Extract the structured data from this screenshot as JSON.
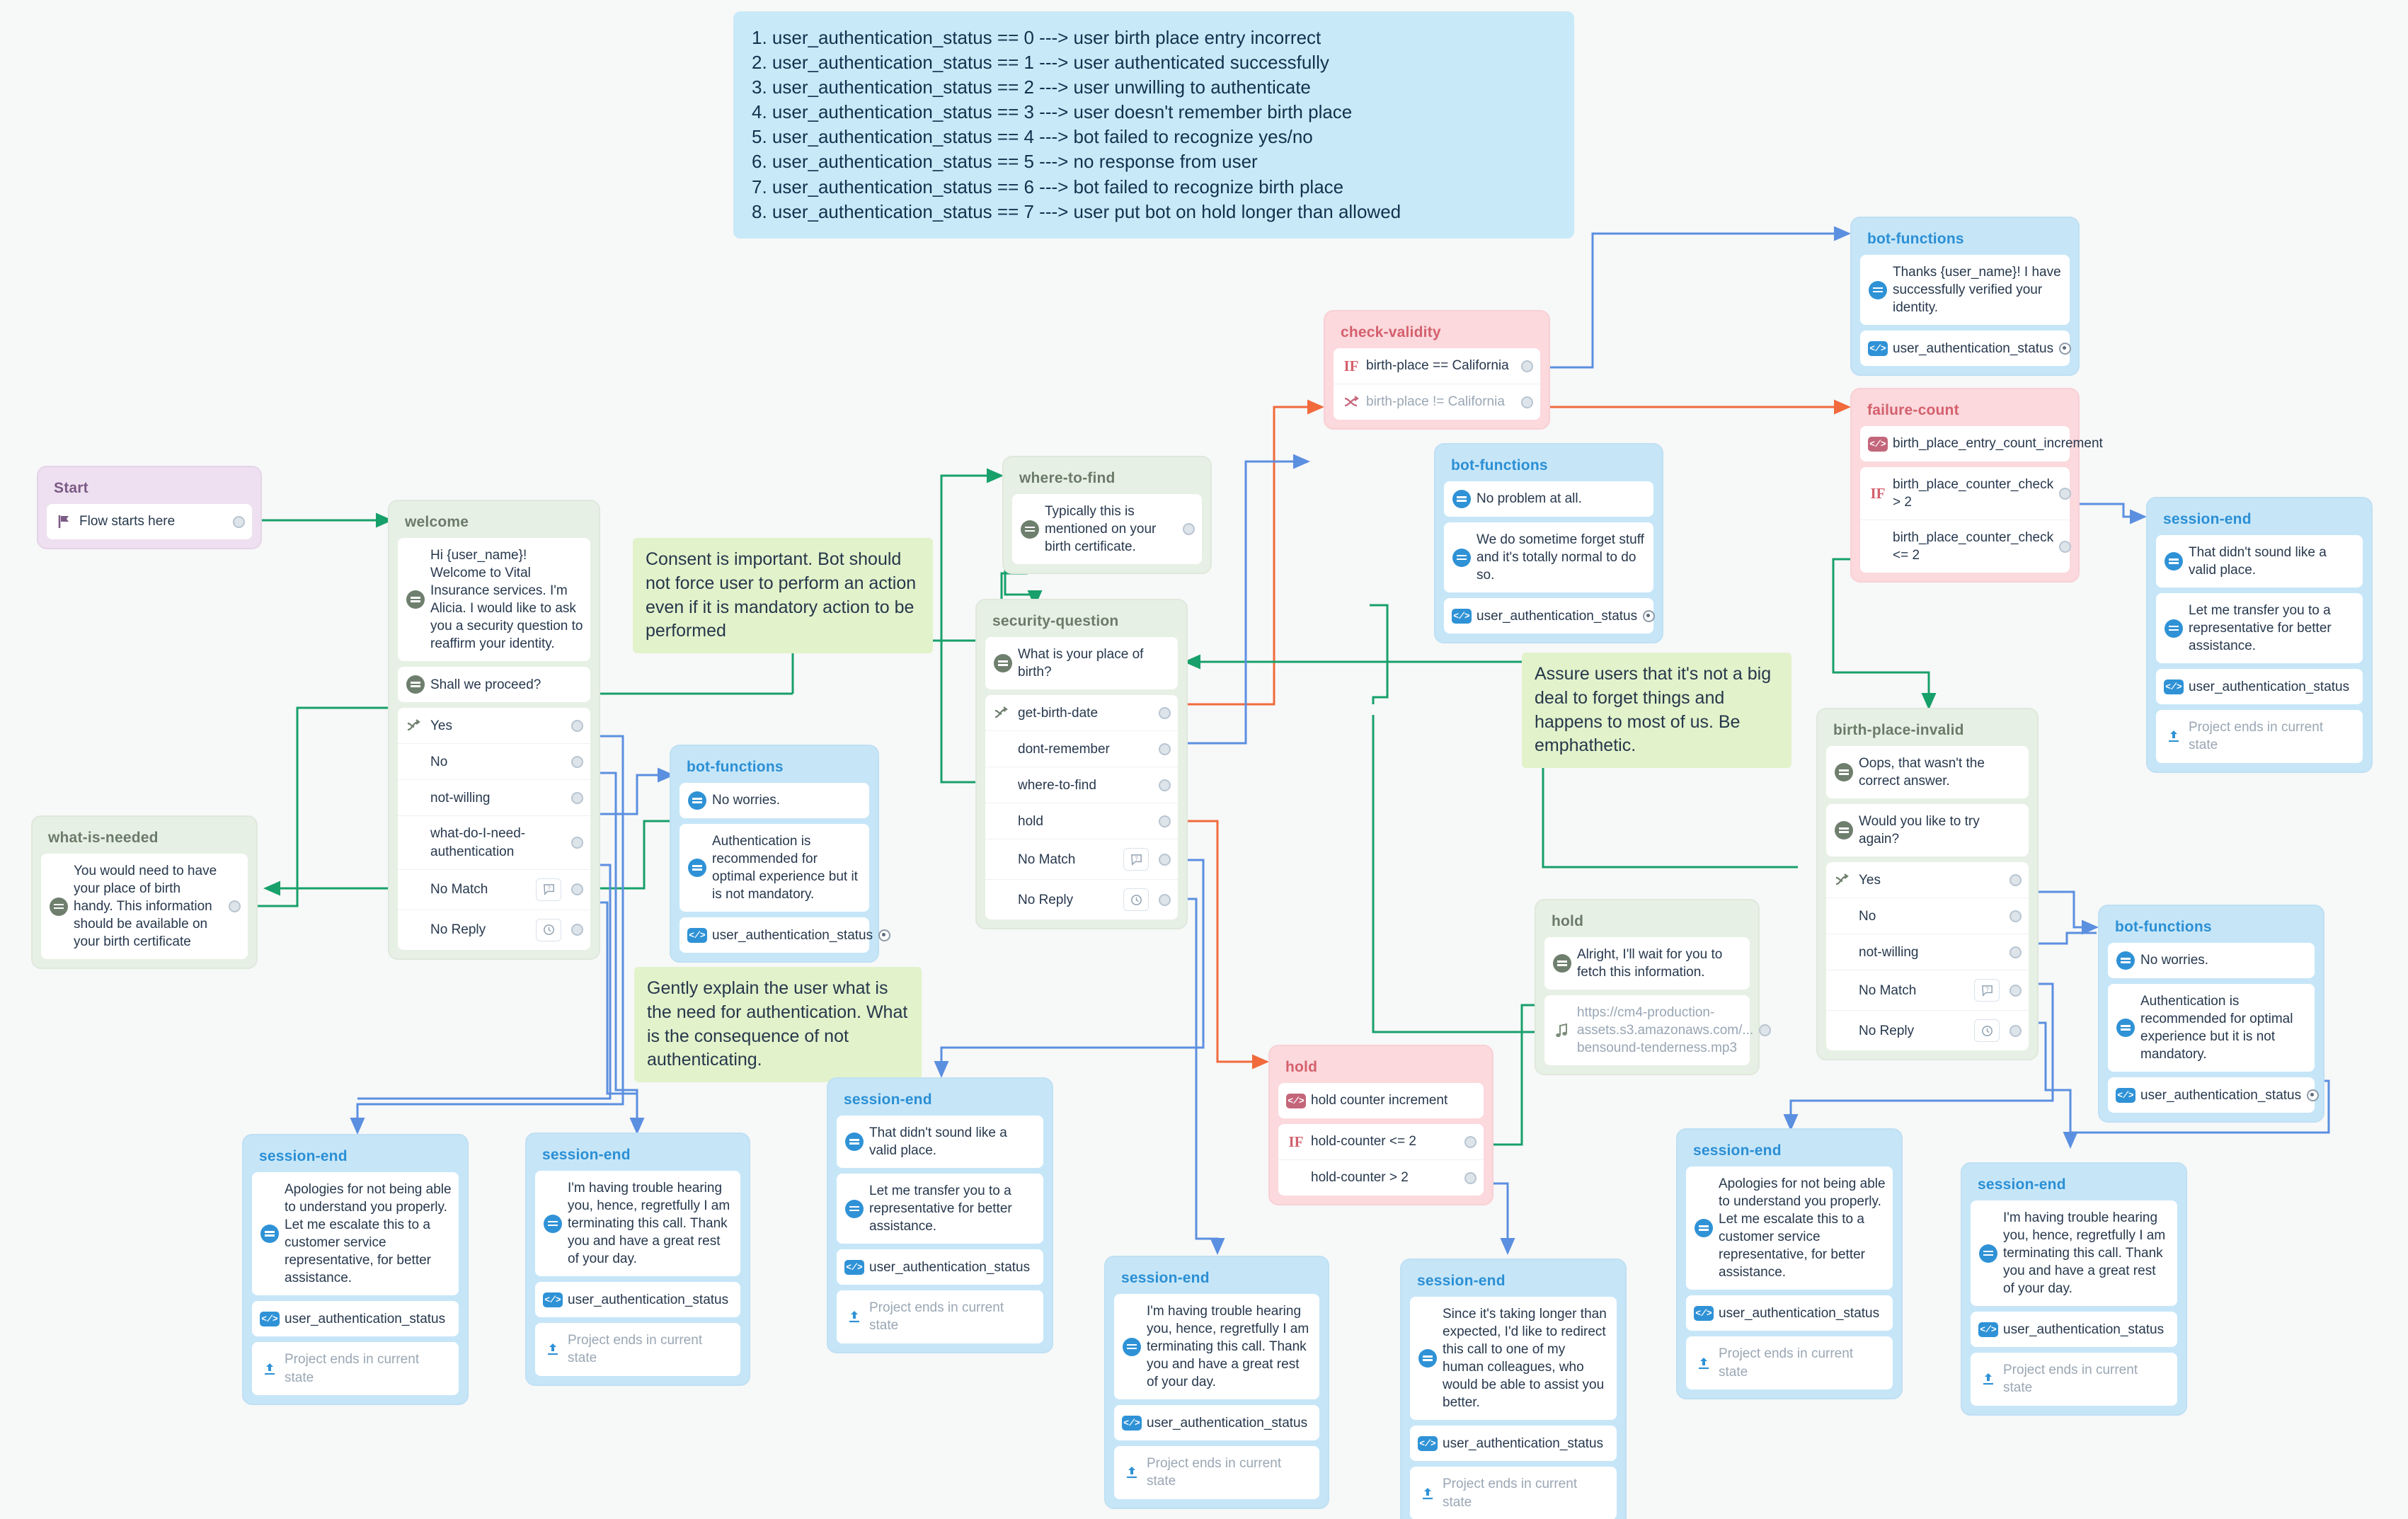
{
  "legend": {
    "lines": [
      "1. user_authentication_status == 0 ---> user birth place entry incorrect",
      "2. user_authentication_status == 1 ---> user authenticated successfully",
      "3. user_authentication_status == 2 ---> user unwilling to authenticate",
      "4. user_authentication_status == 3 ---> user doesn't remember birth place",
      "5. user_authentication_status == 4 ---> bot failed to recognize yes/no",
      "6. user_authentication_status == 5 ---> no response from user",
      "7. user_authentication_status == 6 ---> bot failed to recognize birth place",
      "8. user_authentication_status == 7 ---> user put bot on hold longer than allowed"
    ]
  },
  "notes": {
    "consent": "Consent is important. Bot should not force user to perform an action even if it is mandatory action to be performed",
    "gently": "Gently explain the user what is the need for authentication. What is the consequence of not authenticating.",
    "assure": "Assure users that it's not a big deal to forget things and happens to most of us. Be emphathetic."
  },
  "nodes": {
    "start": {
      "title": "Start",
      "row": "Flow starts here"
    },
    "welcome": {
      "title": "welcome",
      "msg1": "Hi {user_name}! Welcome to Vital Insurance services. I'm Alicia. I would like to ask you a security question to reaffirm your identity.",
      "msg2": "Shall we proceed?",
      "options": [
        "Yes",
        "No",
        "not-willing",
        "what-do-I-need-authentication",
        "No Match",
        "No Reply"
      ]
    },
    "what_is_needed": {
      "title": "what-is-needed",
      "msg": "You would need to have your place of birth handy. This information should be available on your birth certificate"
    },
    "bot_functions_left": {
      "title": "bot-functions",
      "msg1": "No worries.",
      "msg2": "Authentication is recommended for optimal experience but it is not mandatory.",
      "var": "user_authentication_status"
    },
    "where_to_find": {
      "title": "where-to-find",
      "msg": "Typically this is mentioned on your birth certificate."
    },
    "security_question": {
      "title": "security-question",
      "msg": "What is your place of birth?",
      "options": [
        "get-birth-date",
        "dont-remember",
        "where-to-find",
        "hold",
        "No Match",
        "No Reply"
      ]
    },
    "check_validity": {
      "title": "check-validity",
      "cond1": "birth-place == California",
      "cond2": "birth-place != California"
    },
    "bot_functions_mid": {
      "title": "bot-functions",
      "msg1": "No problem at all.",
      "msg2": "We do sometime forget stuff and it's totally normal to do so.",
      "var": "user_authentication_status"
    },
    "bot_functions_top": {
      "title": "bot-functions",
      "msg": "Thanks {user_name}! I have successfully verified your identity.",
      "var": "user_authentication_status"
    },
    "failure_count": {
      "title": "failure-count",
      "fn": "birth_place_entry_count_increment",
      "cond1": "birth_place_counter_check > 2",
      "cond2": "birth_place_counter_check <= 2"
    },
    "session_end_tr": {
      "title": "session-end",
      "msg1": "That didn't sound like a valid place.",
      "msg2": "Let me transfer you to a representative for better assistance.",
      "var": "user_authentication_status",
      "end": "Project ends in current state"
    },
    "birth_place_invalid": {
      "title": "birth-place-invalid",
      "msg1": "Oops, that wasn't the correct answer.",
      "msg2": "Would you like to try again?",
      "options": [
        "Yes",
        "No",
        "not-willing",
        "No Match",
        "No Reply"
      ]
    },
    "hold_green": {
      "title": "hold",
      "msg": "Alright, I'll wait for you to fetch this information.",
      "audio": "https://cm4-production-assets.s3.amazonaws.com/... bensound-tenderness.mp3"
    },
    "hold_pink": {
      "title": "hold",
      "fn": "hold counter increment",
      "cond1": "hold-counter <= 2",
      "cond2": "hold-counter > 2"
    },
    "bot_functions_right": {
      "title": "bot-functions",
      "msg1": "No worries.",
      "msg2": "Authentication is recommended for optimal experience but it is not mandatory.",
      "var": "user_authentication_status"
    },
    "session_end_1": {
      "title": "session-end",
      "msg": "Apologies for not being able to understand you properly. Let me escalate this to a customer service representative, for better assistance.",
      "var": "user_authentication_status",
      "end": "Project ends in current state"
    },
    "session_end_2": {
      "title": "session-end",
      "msg": "I'm having trouble hearing you, hence, regretfully I am terminating this call. Thank you and have a great rest of your day.",
      "var": "user_authentication_status",
      "end": "Project ends in current state"
    },
    "session_end_3": {
      "title": "session-end",
      "msg1": "That didn't sound like a valid place.",
      "msg2": "Let me transfer you to a representative for better assistance.",
      "var": "user_authentication_status",
      "end": "Project ends in current state"
    },
    "session_end_4": {
      "title": "session-end",
      "msg": "I'm having trouble hearing you, hence, regretfully I am terminating this call. Thank you and have a great rest of your day.",
      "var": "user_authentication_status",
      "end": "Project ends in current state"
    },
    "session_end_5": {
      "title": "session-end",
      "msg": "Since it's taking longer than expected, I'd like to redirect this call to one of my human colleagues, who would be able to assist you better.",
      "var": "user_authentication_status",
      "end": "Project ends in current state"
    },
    "session_end_6": {
      "title": "session-end",
      "msg": "Apologies for not being able to understand you properly. Let me escalate this to a customer service representative, for better assistance.",
      "var": "user_authentication_status",
      "end": "Project ends in current state"
    },
    "session_end_7": {
      "title": "session-end",
      "msg": "I'm having trouble hearing you, hence, regretfully I am terminating this call. Thank you and have a great rest of your day.",
      "var": "user_authentication_status",
      "end": "Project ends in current state"
    }
  },
  "colors": {
    "green_edge": "#17a06a",
    "blue_edge": "#5b8fe0",
    "orange_edge": "#f06a3c",
    "legend_bg": "#c8e9f7",
    "note_bg": "#e2f2cb"
  }
}
